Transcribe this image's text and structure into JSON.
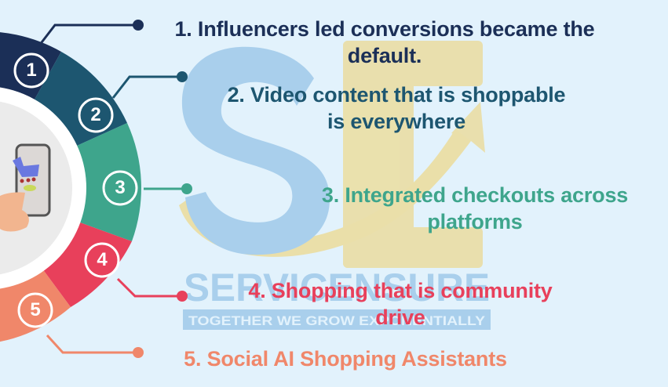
{
  "background": "#e2f2fc",
  "watermark": {
    "logo_letters": "SE",
    "brand_name": "SERVICENSURE",
    "tagline": "TOGETHER WE GROW EXPONENTIALLY",
    "colors": {
      "blue": "#a9cfec",
      "gold": "#eadfa9"
    }
  },
  "center_image": {
    "description": "hand tapping smartphone with shopping cart",
    "icon": "shopping-phone-icon"
  },
  "items": [
    {
      "number": "1",
      "line1": "1. Influencers led conversions became the",
      "line2": "default.",
      "color": "#1b2f57"
    },
    {
      "number": "2",
      "line1": "2. Video content that is shoppable",
      "line2": "is everywhere",
      "color": "#1d5670"
    },
    {
      "number": "3",
      "line1": "3. Integrated checkouts across",
      "line2": "platforms",
      "color": "#3ea58c"
    },
    {
      "number": "4",
      "line1": "4. Shopping that is community",
      "line2": "drive",
      "color": "#e8405b"
    },
    {
      "number": "5",
      "line1": "5. Social AI Shopping Assistants",
      "line2": "",
      "color": "#f0876a"
    }
  ]
}
